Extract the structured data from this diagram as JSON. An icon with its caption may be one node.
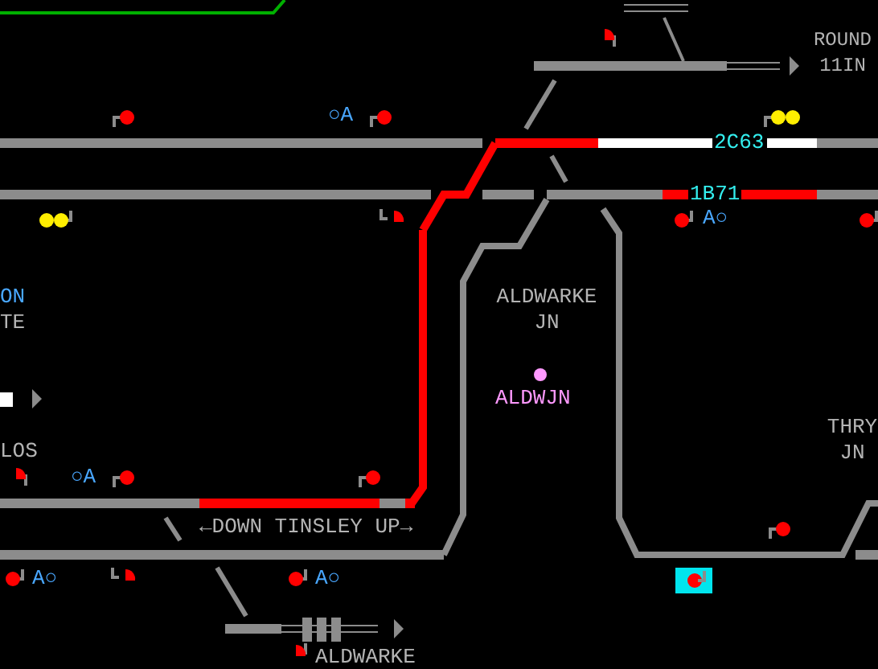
{
  "diagram": {
    "labels": [
      "ROUND 11IN",
      "○A",
      "2C63",
      "1B71",
      "A○",
      "ON",
      "TE",
      "ALDWARKE JN",
      "ALDWJN",
      "THRY JN",
      "LOS",
      "○A",
      "←DOWN TINSLEY UP→",
      "A○",
      "A○",
      "ALDWARKE"
    ]
  }
}
